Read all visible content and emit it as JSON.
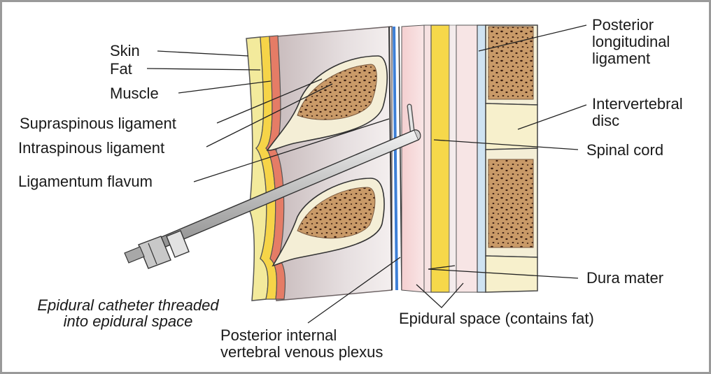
{
  "labels": {
    "skin": "Skin",
    "fat": "Fat",
    "muscle": "Muscle",
    "supraspinous": "Supraspinous ligament",
    "intraspinous": "Intraspinous ligament",
    "flavum": "Ligamentum flavum",
    "posterior_longitudinal": [
      "Posterior",
      "longitudinal",
      "ligament"
    ],
    "intervertebral_disc": [
      "Intervertebral",
      "disc"
    ],
    "spinal_cord": "Spinal cord",
    "dura_mater": "Dura mater",
    "epidural_space": "Epidural space (contains fat)",
    "venous_plexus": [
      "Posterior internal",
      "vertebral venous plexus"
    ],
    "catheter_caption": [
      "Epidural catheter threaded",
      "into epidural space"
    ]
  },
  "colors": {
    "skin_layer": "#f2e79a",
    "fat_layer": "#f7d54a",
    "muscle_layer": "#e8806a",
    "tissue": "#d9cfd0",
    "bone": "#f4eed6",
    "marrow": "#c8945e",
    "disc": "#f7f0cc",
    "epidural": "#f2c7c7",
    "cord": "#f6d84a",
    "vessel": "#3d7fd6",
    "needle": "#b8b8b8"
  }
}
